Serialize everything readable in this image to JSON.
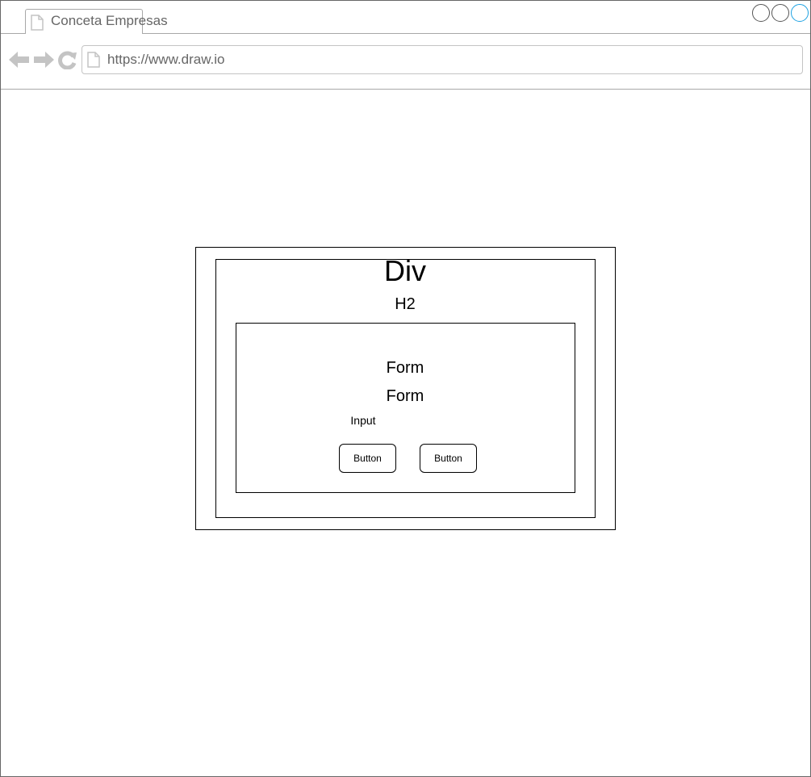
{
  "browser": {
    "tab_title": "Conceta Empresas",
    "url": "https://www.draw.io",
    "icons": [
      "document-icon",
      "back-arrow-icon",
      "forward-arrow-icon",
      "reload-icon"
    ],
    "window_controls": [
      "minimize-button",
      "maximize-button",
      "close-button"
    ],
    "accent_color": "#1ba1e2"
  },
  "diagram": {
    "div_label": "Div",
    "h2_label": "H2",
    "form_label_1": "Form",
    "form_label_2": "Form",
    "input_label": "Input",
    "button_1_label": "Button",
    "button_2_label": "Button"
  }
}
